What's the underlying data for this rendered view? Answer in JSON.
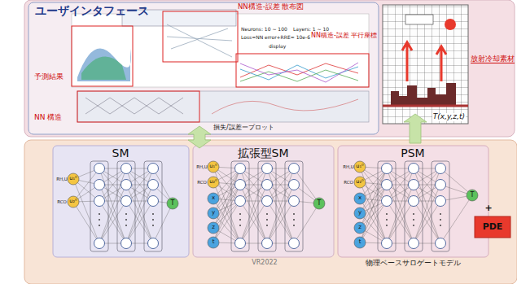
{
  "diagram": {
    "nodes": [
      {
        "text": [
          "ユーザインタフェース"
        ]
      },
      {
        "text": [
          "T(x,y,z,t)",
          "放射冷却素材"
        ]
      },
      {
        "text": [
          "VR2022"
        ]
      },
      {
        "text": [
          "SM"
        ],
        "in": 2
      },
      {
        "text": [
          "拡張型SM"
        ],
        "in": 2
      },
      {
        "text": [
          "PSM",
          "物理ベースサロゲートモデル"
        ],
        "in": 2
      },
      {
        "text": [
          "PDE"
        ],
        "in": 2
      }
    ],
    "edges": [
      {
        "from": 0,
        "to": 2,
        "arrow": "both"
      },
      {
        "from": 2,
        "to": 1,
        "arrow": "to"
      }
    ],
    "labels": [
      "NN構造-誤差 散布図",
      "予測結果",
      "Neurons: 10 ~ 100",
      "Layers: 1 ~ 10",
      "Loss=NN error+RRE= 10e-6",
      "NN構造-誤差 平行座標",
      "display",
      "NN 構造",
      "損失/誤差ープロット",
      "RH,U",
      "RCO",
      "u₁⁰",
      "u₂⁰",
      "T",
      "RH,U",
      "RCO",
      "u₁⁰",
      "u₂⁰",
      "x",
      "y",
      "z",
      "t",
      "T",
      "RH,U",
      "RCO",
      "u₁⁰",
      "u₂⁰",
      "x",
      "y",
      "z",
      "t",
      "T",
      "+"
    ]
  }
}
